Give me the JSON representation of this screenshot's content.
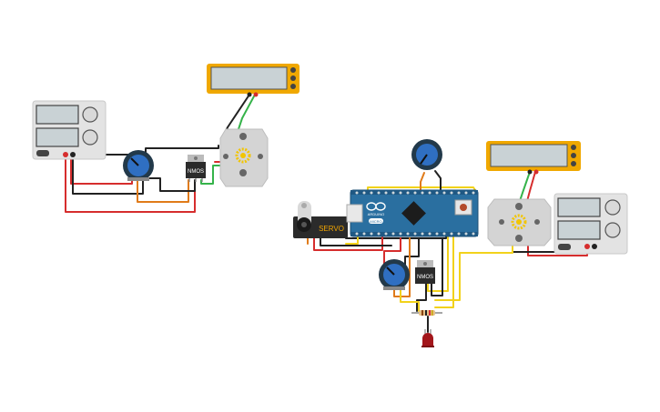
{
  "components": {
    "nmos_left": {
      "label": "NMOS"
    },
    "nmos_right": {
      "label": "NMOS"
    },
    "servo": {
      "label": "SERVO"
    },
    "arduino": {
      "brand": "ARDUINO",
      "model": "MICRO"
    }
  },
  "colors": {
    "wire_red": "#d62d2d",
    "wire_black": "#222222",
    "wire_green": "#35b34a",
    "wire_orange": "#e07b1a",
    "wire_yellow": "#f2d21b",
    "meter_frame": "#f0a800",
    "pot_blue": "#2f6fc2",
    "arduino_blue": "#2a6fa0"
  }
}
